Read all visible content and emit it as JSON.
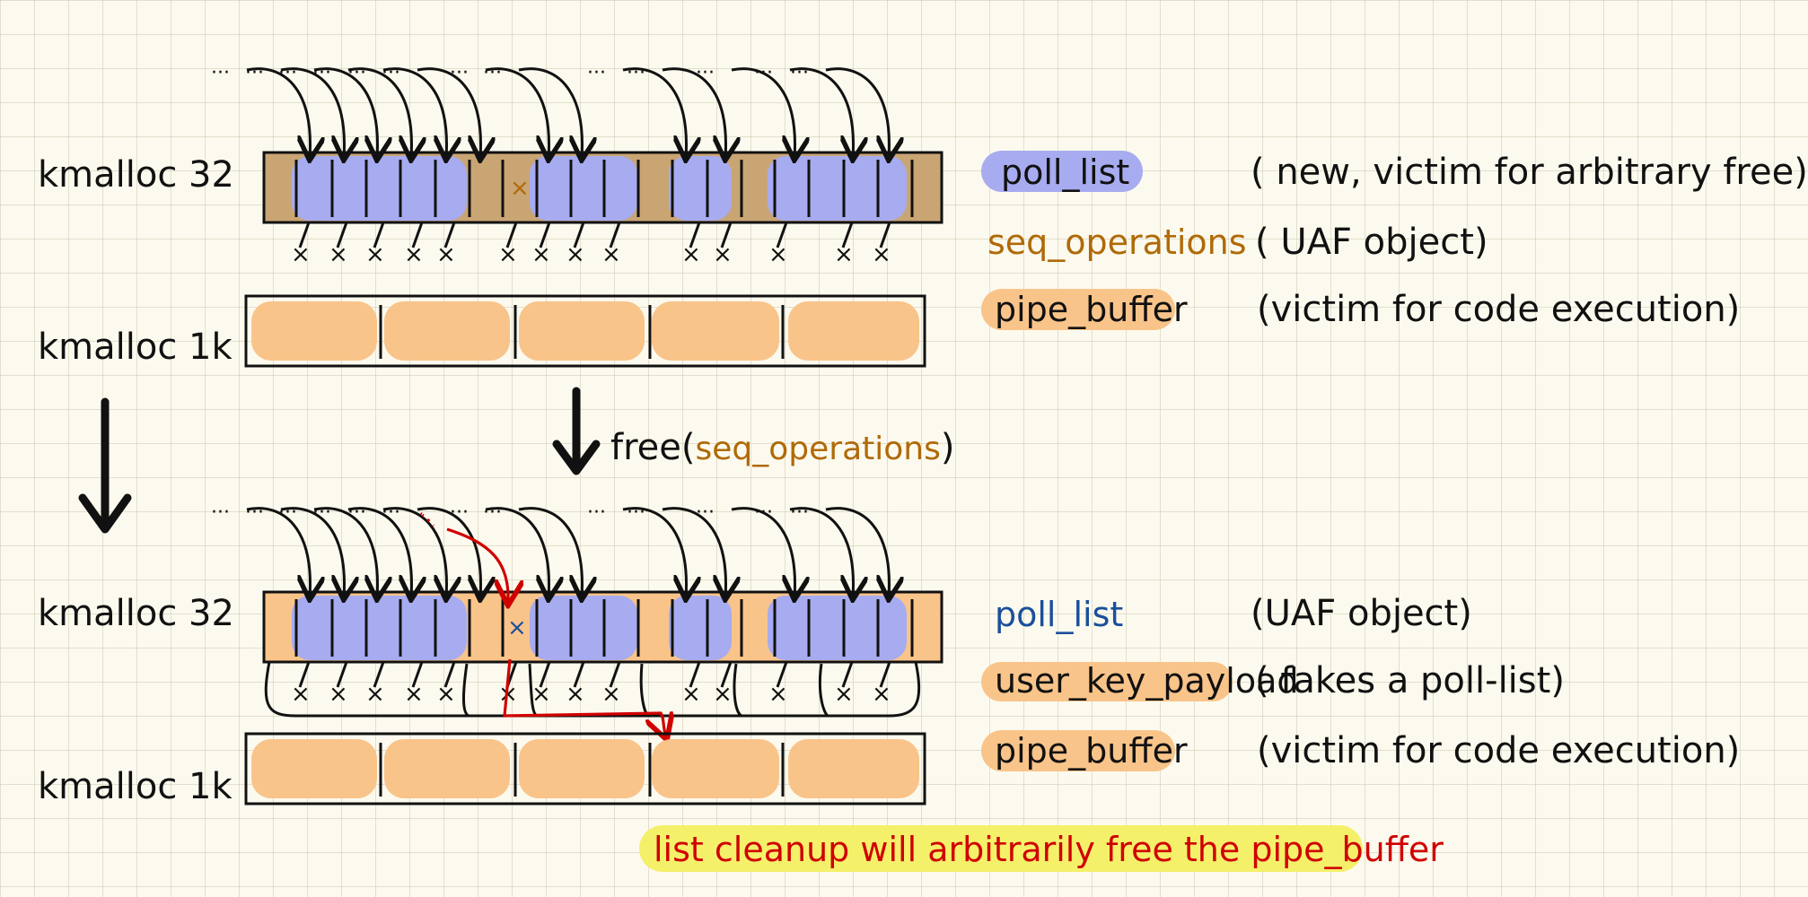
{
  "top": {
    "kmalloc32_label": "kmalloc 32",
    "kmalloc1k_label": "kmalloc 1k",
    "legend": [
      {
        "tag": "poll_list",
        "desc": "( new, victim for arbitrary free)",
        "tag_color": "#111111",
        "highlight": "#a7abef"
      },
      {
        "tag": "seq_operations",
        "desc": "( UAF object)",
        "tag_color": "#b06a08",
        "highlight": ""
      },
      {
        "tag": "pipe_buffer",
        "desc": "(victim for code execution)",
        "tag_color": "#111111",
        "highlight": "#f9c48a"
      }
    ]
  },
  "transition": {
    "prefix": "free(",
    "arg": "seq_operations",
    "suffix": ")"
  },
  "bottom": {
    "kmalloc32_label": "kmalloc 32",
    "kmalloc1k_label": "kmalloc 1k",
    "legend": [
      {
        "tag": "poll_list",
        "desc": "(UAF object)",
        "tag_color": "#1b4f9c",
        "highlight": ""
      },
      {
        "tag": "user_key_payload",
        "desc": "( fakes a poll-list)",
        "tag_color": "#111111",
        "highlight": "#f9c48a"
      },
      {
        "tag": "pipe_buffer",
        "desc": "(victim for code execution)",
        "tag_color": "#111111",
        "highlight": "#f9c48a"
      }
    ],
    "note": "list cleanup will arbitrarily free the pipe_buffer"
  },
  "colors": {
    "poll_list_fill": "#a7abef",
    "seq_ops_fill": "#c9a574",
    "pipe_buffer_fill": "#f9c48a",
    "user_key_fill": "#f9c48a",
    "seq_ops_text": "#b06a08",
    "poll_list_blue_text": "#1b4f9c",
    "red": "#d00000",
    "note_highlight": "#f4f06a"
  }
}
